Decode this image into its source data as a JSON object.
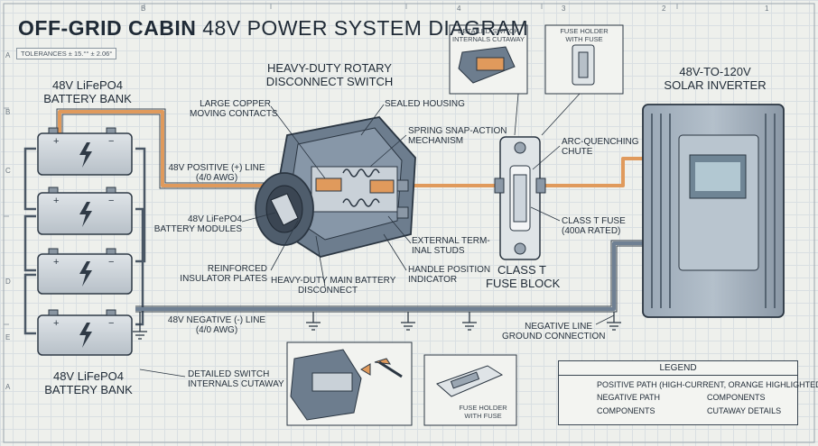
{
  "title": {
    "part1": "OFF-GRID CABIN",
    "part2": "48V POWER SYSTEM DIAGRAM"
  },
  "tolerances": "TOLERANCES ± 15.°° ± 2.06°",
  "ruler": {
    "top": [
      "B",
      "4",
      "3",
      "2",
      "1"
    ],
    "left": [
      "A",
      "B",
      "C",
      "D",
      "E",
      "A"
    ]
  },
  "battery_bank_top": "48V LiFePO4\nBATTERY BANK",
  "battery_bank_bottom": "48V LiFePO4\nBATTERY BANK",
  "switch_title": "HEAVY-DUTY ROTARY\nDISCONNECT SWITCH",
  "switch_labels": {
    "copper": "LARGE COPPER\nMOVING CONTACTS",
    "housing": "SEALED HOUSING",
    "spring": "SPRING SNAP-ACTION\nMECHANISM",
    "positive_line": "48V POSITIVE (+) LINE\n(4/0 AWG)",
    "modules": "48V LiFePO4\nBATTERY MODULES",
    "insulator": "REINFORCED\nINSULATOR PLATES",
    "main": "HEAVY-DUTY MAIN BATTERY\nDISCONNECT",
    "studs": "EXTERNAL TERM-\nINAL STUDS",
    "handle": "HANDLE POSITION\nINDICATOR"
  },
  "inset_top_cutaway": "DETAILED SWITCH\nINTERNALS CUTAWAY",
  "inset_top_fuse": "FUSE HOLDER\nWITH FUSE",
  "fuse_labels": {
    "arc": "ARC-QUENCHING\nCHUTE",
    "classt": "CLASS T FUSE\n(400A RATED)",
    "block": "CLASS T\nFUSE BLOCK"
  },
  "inverter_title": "48V-TO-120V\nSOLAR INVERTER",
  "negative_line": "48V NEGATIVE (-) LINE\n(4/0 AWG)",
  "ground_connection": "NEGATIVE LINE\nGROUND CONNECTION",
  "bottom_cutaway_label": "DETAILED SWITCH\nINTERNALS CUTAWAY",
  "bottom_fuse_label": "FUSE HOLDER\nWITH FUSE",
  "legend": {
    "title": "LEGEND",
    "positive": "POSITIVE PATH (HIGH-CURRENT, ORANGE HIGHLIGHTED)",
    "negative": "NEGATIVE PATH",
    "components_a": "COMPONENTS",
    "ground": "COMPONENTS",
    "cutaway": "CUTAWAY DETAILS"
  },
  "colors": {
    "positive": "#e09a5c",
    "negative": "#7d8fa5",
    "component": "#5f7185",
    "ink": "#2b3642"
  }
}
